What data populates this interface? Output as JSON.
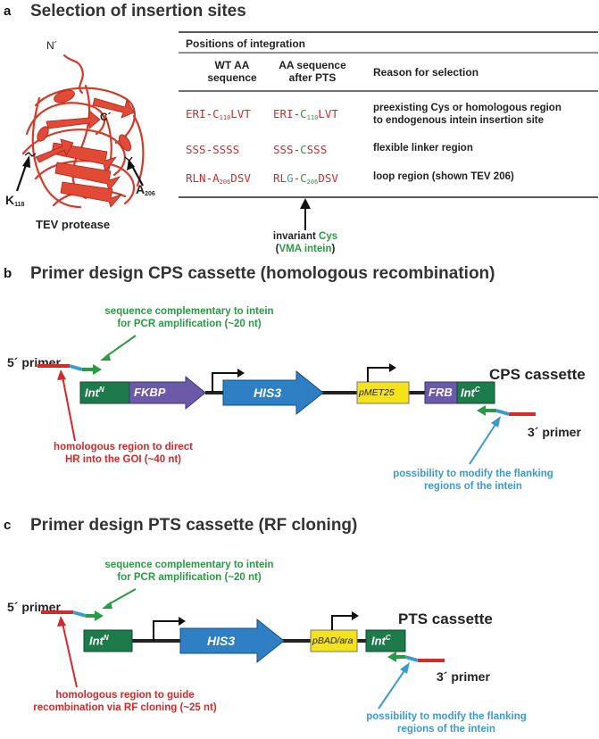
{
  "panel_a": {
    "letter": "a",
    "title": "Selection of insertion sites",
    "structure": {
      "n_label": "N´",
      "c_label": "C´",
      "k_label": "K",
      "k_sub": "118",
      "a_label": "A",
      "a_sub": "206",
      "caption": "TEV protease"
    },
    "table": {
      "title": "Positions of integration",
      "col1": [
        "WT AA",
        "sequence"
      ],
      "col2": [
        "AA sequence",
        "after PTS"
      ],
      "col3": "Reason for selection",
      "rows": [
        {
          "wt": [
            "ERI-C",
            "110",
            "LVT"
          ],
          "pts": [
            "ERI-",
            "C",
            "110",
            "LVT"
          ],
          "reason": [
            "preexisting Cys or homologous region",
            "to endogenous intein insertion site"
          ]
        },
        {
          "wt": [
            "SSS-SSSS"
          ],
          "pts": [
            "SSS-",
            "C",
            "SSS"
          ],
          "reason": [
            "flexible linker region"
          ]
        },
        {
          "wt": [
            "RLN-A",
            "206",
            "DSV"
          ],
          "pts": [
            "RL",
            "G",
            "-",
            "C",
            "206",
            "DSV"
          ],
          "reason": [
            "loop region (shown TEV 206)"
          ]
        }
      ],
      "invariant": [
        "invariant ",
        "Cys",
        "(",
        "VMA intein",
        ")"
      ]
    }
  },
  "panel_b": {
    "letter": "b",
    "title": "Primer design CPS cassette (homologous recombination)",
    "green_note": [
      "sequence complementary to intein",
      "for PCR amplification (~20 nt)"
    ],
    "primer5": "5´ primer",
    "primer3": "3´ primer",
    "cassette_label": "CPS cassette",
    "red_note": [
      "homologous region to direct",
      "HR into the GOI (~40 nt)"
    ],
    "blue_note": [
      "possibility to modify the flanking",
      "regions of the intein"
    ],
    "parts": {
      "int_n": "Int",
      "int_n_sup": "N",
      "fkbp": "FKBP",
      "his3": "HIS3",
      "promoter": "pMET25",
      "frb": "FRB",
      "int_c": "Int",
      "int_c_sup": "C"
    }
  },
  "panel_c": {
    "letter": "c",
    "title": "Primer design PTS cassette (RF cloning)",
    "green_note": [
      "sequence complementary to intein",
      "for PCR amplification (~20 nt)"
    ],
    "primer5": "5´ primer",
    "primer3": "3´ primer",
    "cassette_label": "PTS cassette",
    "red_note": [
      "homologous region to guide",
      "recombination via RF cloning (~25 nt)"
    ],
    "blue_note": [
      "possibility to modify the flanking",
      "regions of the intein"
    ],
    "parts": {
      "int_n": "Int",
      "int_n_sup": "N",
      "his3": "HIS3",
      "promoter": "pBAD/ara",
      "int_c": "Int",
      "int_c_sup": "C"
    }
  },
  "colors": {
    "red": "#d42a2a",
    "green": "#2a9a44",
    "blue": "#3a9bd0",
    "int_green": "#1d7a4a",
    "purple": "#6a5aa8",
    "his3_blue": "#2e7fc4",
    "promoter_yellow": "#f4e31a"
  }
}
